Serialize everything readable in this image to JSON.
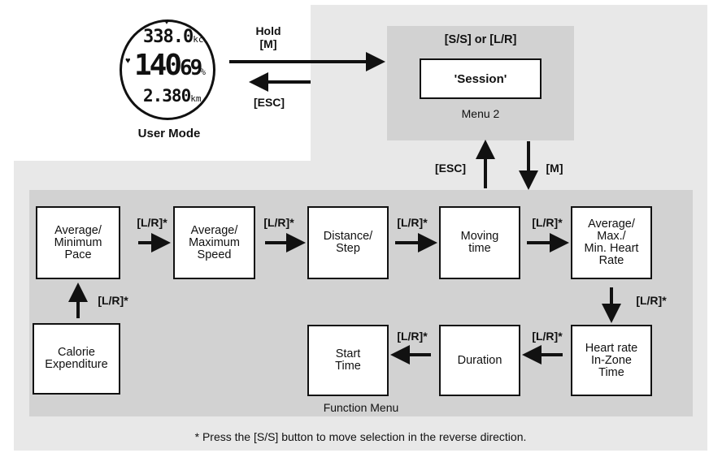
{
  "watch": {
    "line1": "338.0",
    "line1_unit": "kc",
    "line2": "140",
    "line2_small": "69",
    "line2_unit": "%",
    "line3": "2.380",
    "line3_unit": "km",
    "caption": "User Mode"
  },
  "top_arrows": {
    "hold_label": "Hold\n[M]",
    "esc_label": "[ESC]"
  },
  "menu2": {
    "header": "[S/S] or [L/R]",
    "session": "'Session'",
    "caption": "Menu 2"
  },
  "vertical_arrows": {
    "esc_label": "[ESC]",
    "m_label": "[M]"
  },
  "function_menu": {
    "caption": "Function Menu",
    "boxes": {
      "avg_min_pace": "Average/\nMinimum\nPace",
      "avg_max_speed": "Average/\nMaximum\nSpeed",
      "distance_step": "Distance/\nStep",
      "moving_time": "Moving\ntime",
      "avg_max_min_hr": "Average/\nMax./\nMin. Heart\nRate",
      "calorie": "Calorie\nExpenditure",
      "start_time": "Start\nTime",
      "duration": "Duration",
      "hr_in_zone": "Heart rate\nIn-Zone\nTime"
    },
    "lr_label": "[L/R]*"
  },
  "footnote": "* Press the [S/S] button to  move selection in the reverse direction."
}
